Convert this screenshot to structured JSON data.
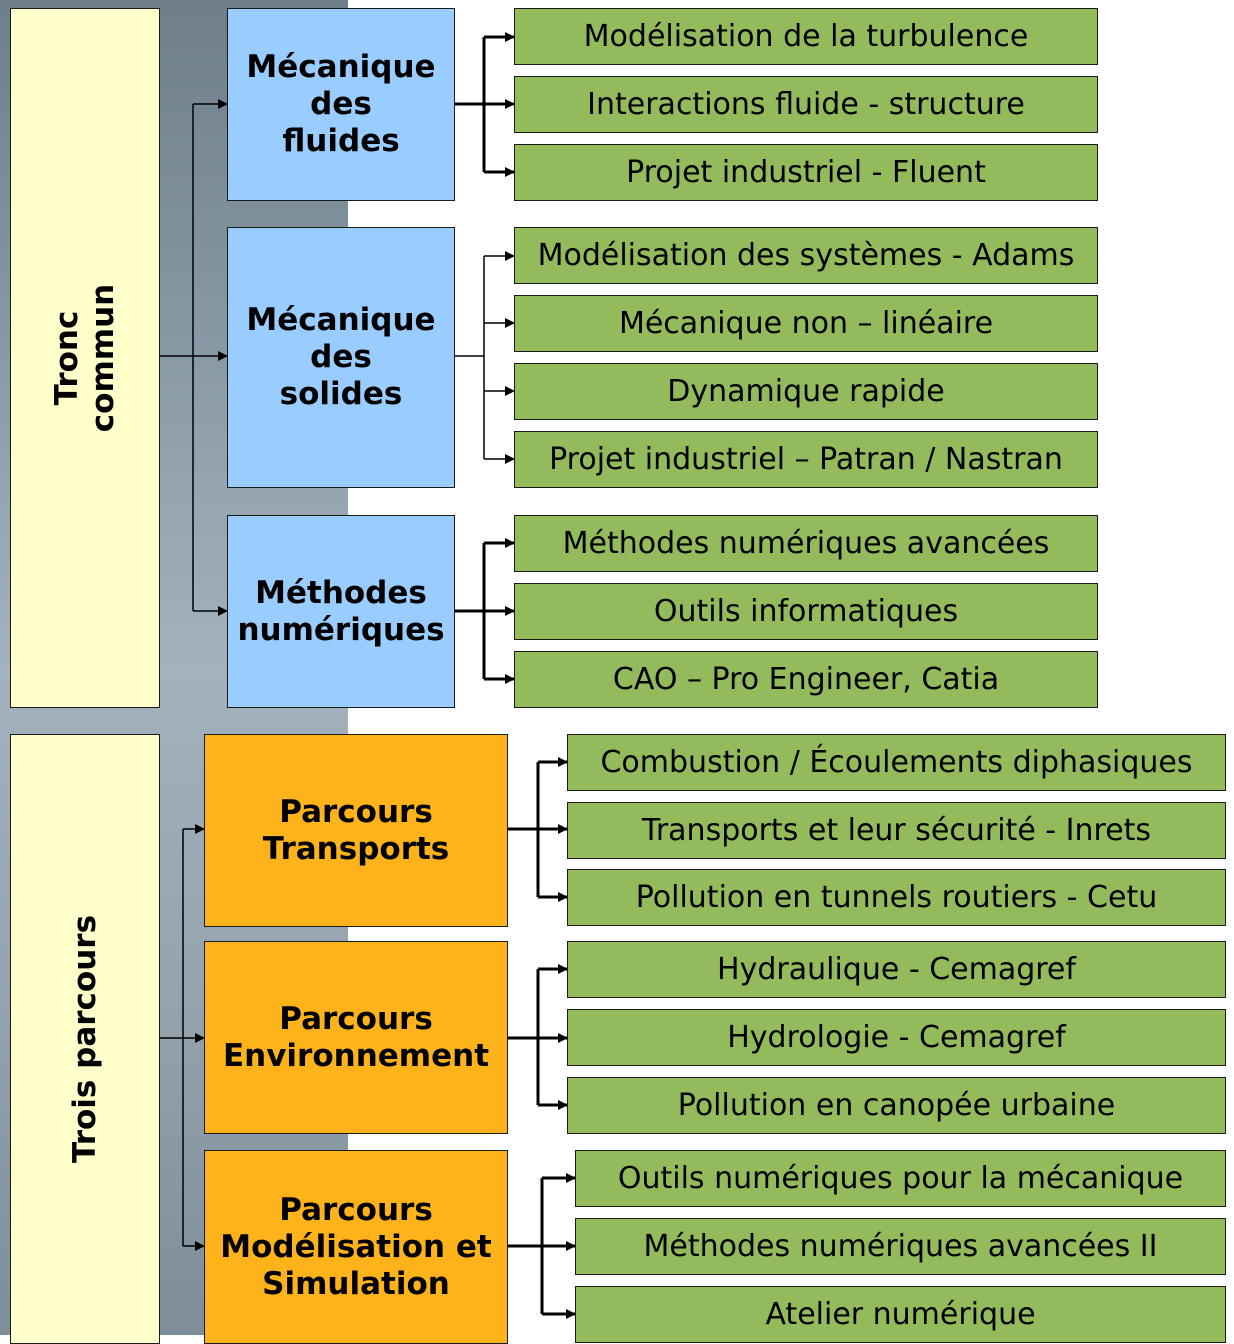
{
  "groups": [
    {
      "label": "Tronc\ncommun"
    },
    {
      "label": "Trois parcours"
    }
  ],
  "tronc_commun": [
    {
      "title": "Mécanique\ndes\nfluides",
      "items": [
        "Modélisation de la turbulence",
        "Interactions fluide - structure",
        "Projet industriel - Fluent"
      ]
    },
    {
      "title": "Mécanique\ndes\nsolides",
      "items": [
        "Modélisation des systèmes - Adams",
        "Mécanique non – linéaire",
        "Dynamique rapide",
        "Projet industriel – Patran / Nastran"
      ]
    },
    {
      "title": "Méthodes\nnumériques",
      "items": [
        "Méthodes numériques avancées",
        "Outils informatiques",
        "CAO – Pro Engineer, Catia"
      ]
    }
  ],
  "parcours": [
    {
      "title": "Parcours\nTransports",
      "items": [
        "Combustion / Écoulements diphasiques",
        "Transports et leur sécurité - Inrets",
        "Pollution en tunnels routiers - Cetu"
      ]
    },
    {
      "title": "Parcours\nEnvironnement",
      "items": [
        "Hydraulique - Cemagref",
        "Hydrologie - Cemagref",
        "Pollution en canopée urbaine"
      ]
    },
    {
      "title": "Parcours\nModélisation et\nSimulation",
      "items": [
        "Outils numériques pour la mécanique",
        "Méthodes numériques avancées II",
        "Atelier numérique"
      ]
    }
  ],
  "colors": {
    "group_fill": "#ffffcc",
    "module_blue": "#99ccff",
    "module_orange": "#ffb31a",
    "course_green": "#93bb5c"
  }
}
